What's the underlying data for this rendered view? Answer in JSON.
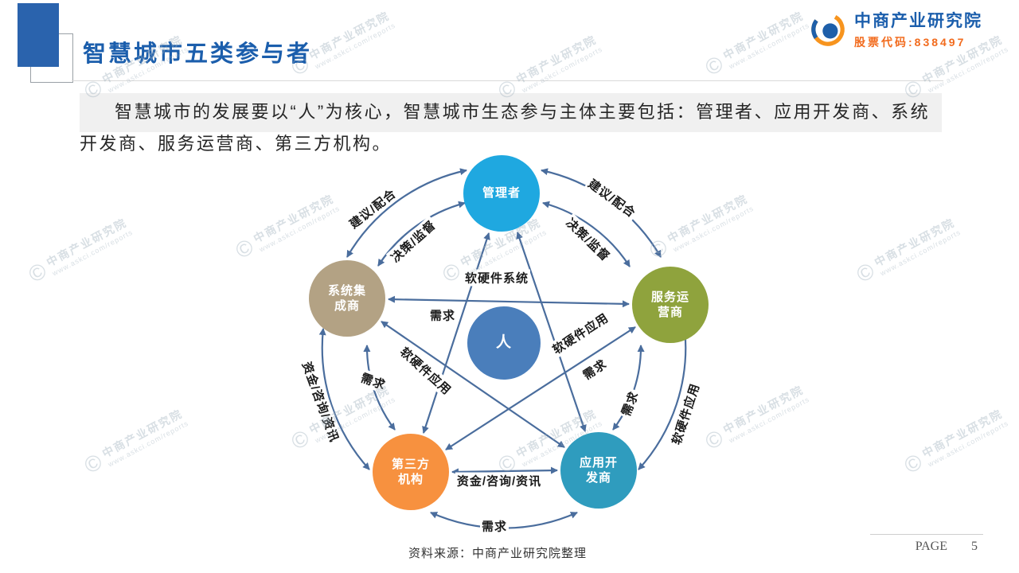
{
  "header": {
    "title": "智慧城市五类参与者",
    "brand": {
      "name": "中商产业研究院",
      "stock": "股票代码:838497",
      "logo_blue": "#1e5fa9",
      "logo_orange": "#f7941e"
    }
  },
  "intro": {
    "text": "智慧城市的发展要以“人”为核心，智慧城市生态参与主体主要包括：管理者、应用开发商、系统开发商、服务运营商、第三方机构。"
  },
  "diagram": {
    "line_color": "#4a6d9d",
    "center": {
      "label": "人",
      "color": "#4a7ebb"
    },
    "nodes": [
      {
        "label": "管理者",
        "color": "#1fa8e0"
      },
      {
        "label": "服务运\n营商",
        "color": "#8fa33d"
      },
      {
        "label": "应用开\n发商",
        "color": "#2f9cbe"
      },
      {
        "label": "第三方\n机构",
        "color": "#f7913f"
      },
      {
        "label": "系统集\n成商",
        "color": "#b3a284"
      }
    ],
    "labels": [
      {
        "text": "建议/配合"
      },
      {
        "text": "决策/监督"
      },
      {
        "text": "建议/配合"
      },
      {
        "text": "决策/监督"
      },
      {
        "text": "软硬件系统"
      },
      {
        "text": "需求"
      },
      {
        "text": "软硬件应用"
      },
      {
        "text": "需求"
      },
      {
        "text": "软硬件应用"
      },
      {
        "text": "需求"
      },
      {
        "text": "需求"
      },
      {
        "text": "软硬件应用"
      },
      {
        "text": "资金/咨询/资讯"
      },
      {
        "text": "资金/咨询/资讯"
      },
      {
        "text": "需求"
      }
    ]
  },
  "footer": {
    "source": "资料来源：中商产业研究院整理",
    "page_label": "PAGE",
    "page_number": "5"
  },
  "watermark": {
    "name": "中商产业研究院",
    "url": "www.askci.com/reports"
  }
}
